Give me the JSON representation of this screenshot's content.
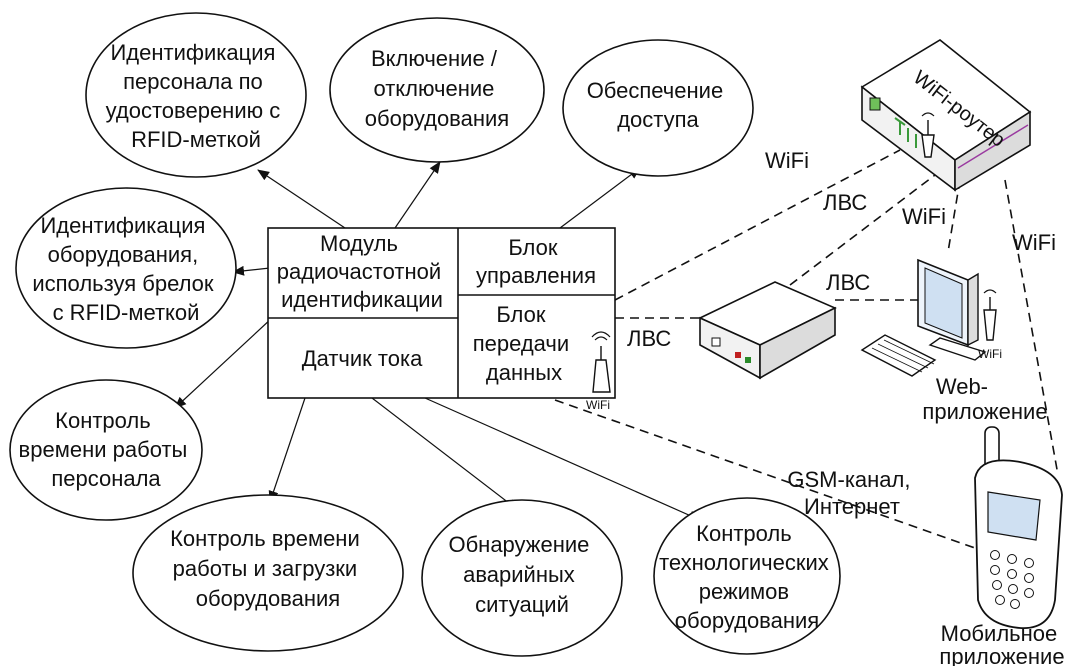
{
  "ellipses": {
    "personnel_id": [
      "Идентификация",
      "персонала по",
      "удостоверению с",
      "RFID-меткой"
    ],
    "power_toggle": [
      "Включение /",
      "отключение",
      "оборудования"
    ],
    "access": [
      "Обеспечение",
      "доступа"
    ],
    "equipment_id": [
      "Идентификация",
      "оборудования,",
      "используя брелок",
      "с RFID-меткой"
    ],
    "staff_time": [
      "Контроль",
      "времени работы",
      "персонала"
    ],
    "equipment_time": [
      "Контроль времени",
      "работы и загрузки",
      "оборудования"
    ],
    "emergency": [
      "Обнаружение",
      "аварийных",
      "ситуаций"
    ],
    "process_modes": [
      "Контроль",
      "технологических",
      "режимов",
      "оборудования"
    ]
  },
  "blocks": {
    "rfid_module": [
      "Модуль",
      "радиочастотной",
      "идентификации"
    ],
    "control_unit": [
      "Блок",
      "управления"
    ],
    "current_sensor": [
      "Датчик тока"
    ],
    "data_unit": [
      "Блок",
      "передачи",
      "данных"
    ]
  },
  "devices": {
    "router_label": "WiFi-роутер",
    "antenna_label": "WiFi",
    "web_app": [
      "Web-",
      "приложение"
    ],
    "mobile_app": [
      "Мобильное",
      "приложение"
    ]
  },
  "links": {
    "wifi": "WiFi",
    "lan": "ЛВС",
    "gsm": [
      "GSM-канал,",
      "Интернет"
    ]
  }
}
